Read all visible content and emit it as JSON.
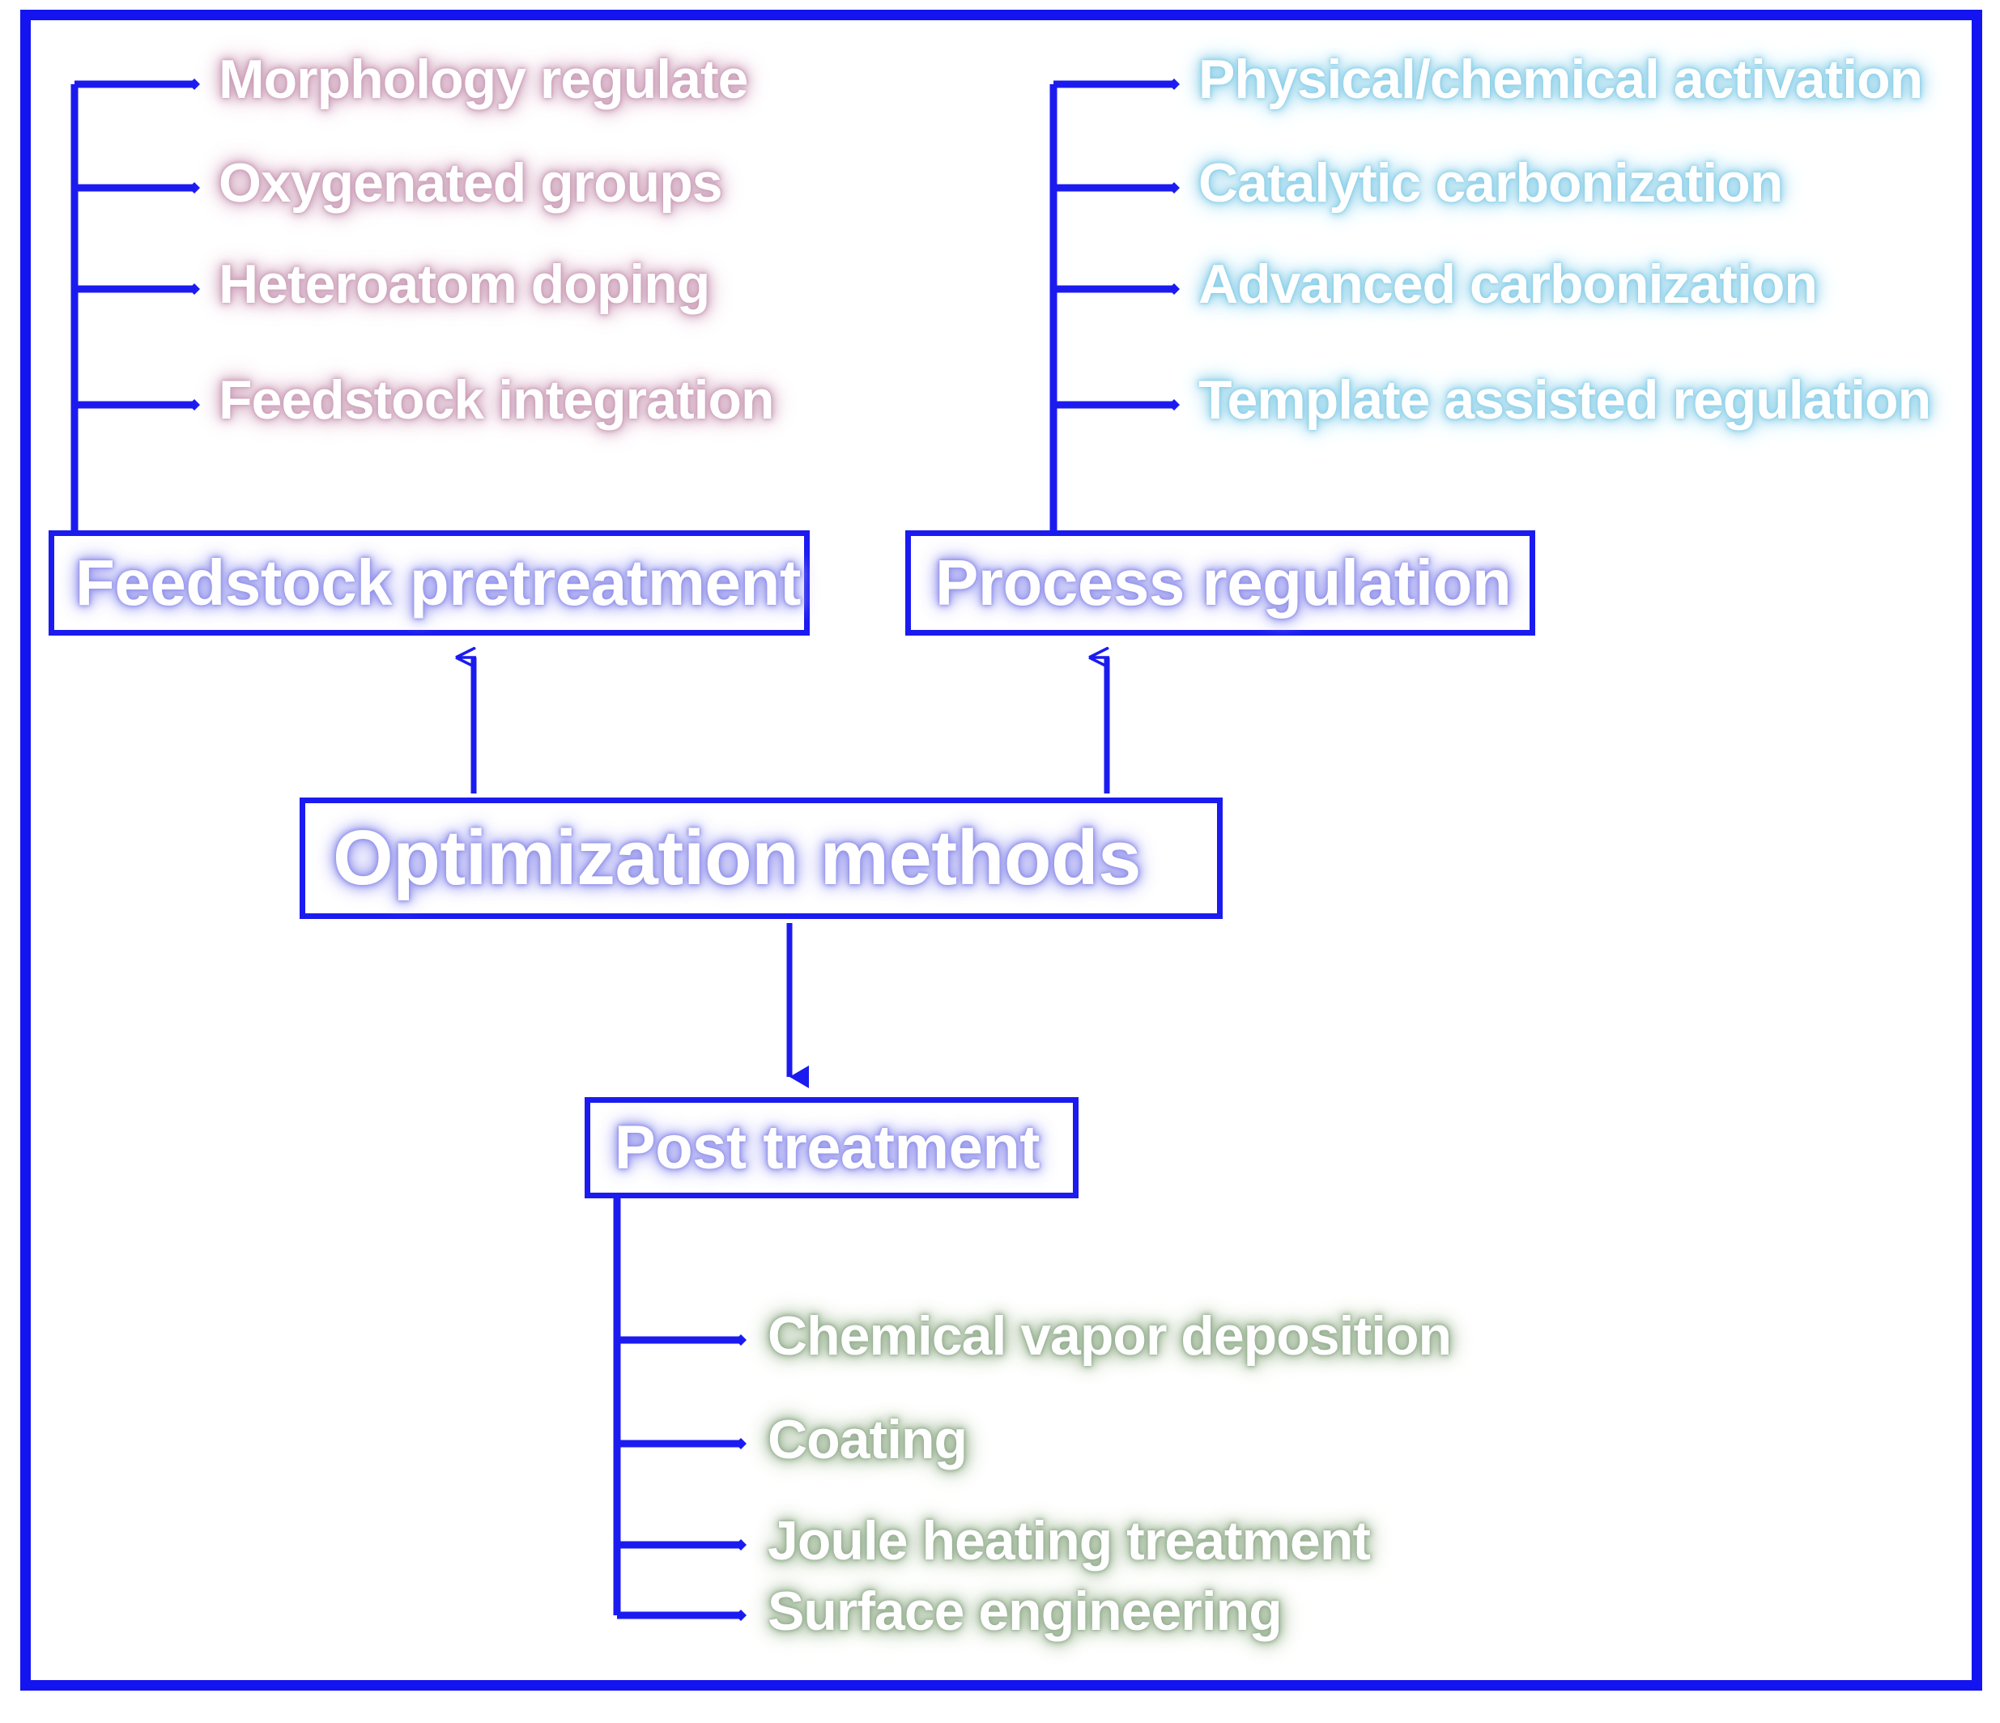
{
  "diagram": {
    "title": "Optimization methods",
    "frame_color": "#1414f0",
    "line_color": "#1b1bf0",
    "nodes": {
      "root": {
        "label": "Optimization methods"
      },
      "feedstock": {
        "label": "Feedstock pretreatment"
      },
      "process": {
        "label": "Process regulation"
      },
      "post": {
        "label": "Post treatment"
      }
    },
    "branches": {
      "feedstock_items": [
        {
          "label": "Morphology regulate"
        },
        {
          "label": "Oxygenated groups"
        },
        {
          "label": "Heteroatom doping"
        },
        {
          "label": "Feedstock integration"
        }
      ],
      "process_items": [
        {
          "label": "Physical/chemical activation"
        },
        {
          "label": "Catalytic carbonization"
        },
        {
          "label": "Advanced carbonization"
        },
        {
          "label": "Template assisted regulation"
        }
      ],
      "post_items": [
        {
          "label": "Chemical vapor deposition"
        },
        {
          "label": "Coating"
        },
        {
          "label": "Joule heating treatment"
        },
        {
          "label": "Surface engineering"
        }
      ]
    },
    "glow_colors": {
      "feedstock_items": "#c89ab4",
      "process_items": "#86cce6",
      "post_items": "#8fa98c",
      "boxes": "#8f8fe8"
    }
  }
}
